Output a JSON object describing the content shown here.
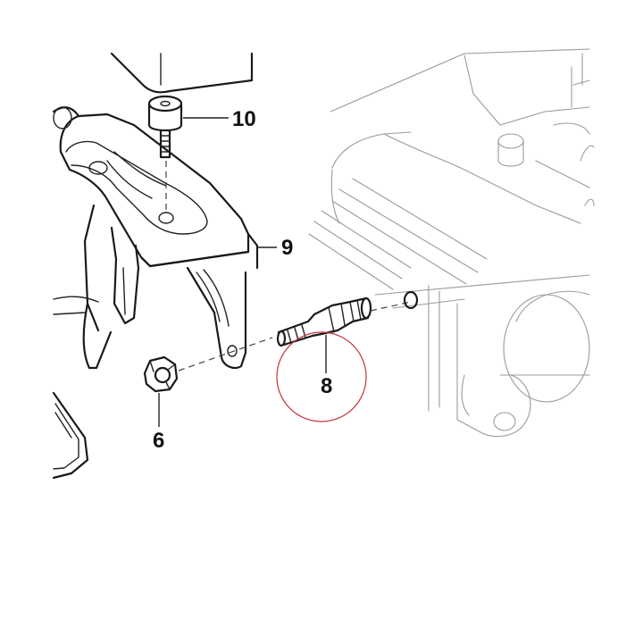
{
  "callouts": {
    "part_10": "10",
    "part_9": "9",
    "part_8": "8",
    "part_6": "6"
  },
  "highlight": {
    "color": "#c8323c",
    "target": "8"
  },
  "colors": {
    "line": "#1a1a1a",
    "ghost": "#9a9a9a",
    "background": "#ffffff"
  }
}
